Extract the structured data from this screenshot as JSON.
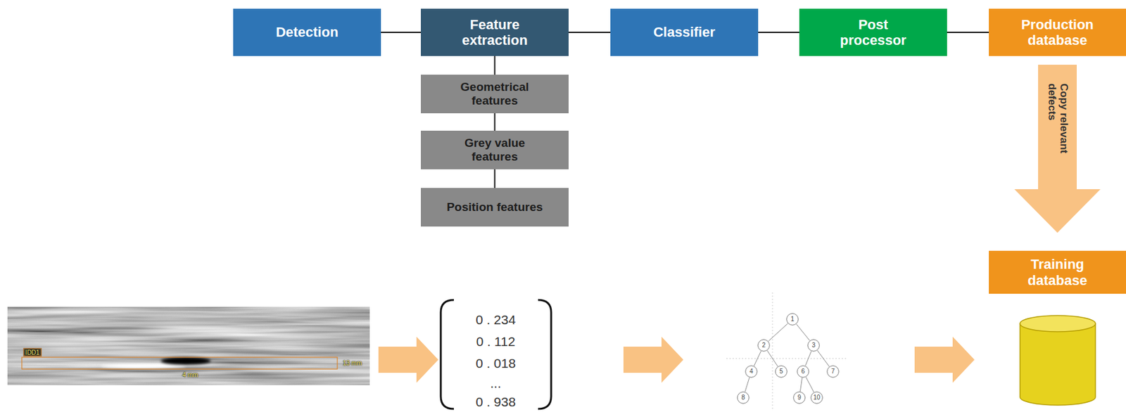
{
  "diagram": {
    "nodes": [
      {
        "text": [
          "Detection"
        ]
      },
      {
        "text": [
          "Feature extraction"
        ]
      },
      {
        "text": [
          "Geometrical features"
        ]
      },
      {
        "text": [
          "Grey value features"
        ]
      },
      {
        "text": [
          "Position features"
        ]
      },
      {
        "text": [
          "Classifier"
        ]
      },
      {
        "text": [
          "Post processor"
        ]
      },
      {
        "text": [
          "Production database"
        ]
      },
      {
        "text": [
          "Training database"
        ]
      },
      {
        "text": [
          "1"
        ]
      },
      {
        "text": [
          "2"
        ]
      },
      {
        "text": [
          "3"
        ]
      },
      {
        "text": [
          "4"
        ]
      },
      {
        "text": [
          "5"
        ]
      },
      {
        "text": [
          "6"
        ]
      },
      {
        "text": [
          "7"
        ]
      },
      {
        "text": [
          "8"
        ]
      },
      {
        "text": [
          "9"
        ]
      },
      {
        "text": [
          "10"
        ]
      }
    ],
    "edges": [
      {
        "from": 0,
        "to": 1,
        "arrow": "none"
      },
      {
        "from": 1,
        "to": 5,
        "arrow": "none"
      },
      {
        "from": 5,
        "to": 6,
        "arrow": "none"
      },
      {
        "from": 6,
        "to": 7,
        "arrow": "none"
      },
      {
        "from": 1,
        "to": 2,
        "arrow": "none"
      },
      {
        "from": 2,
        "to": 3,
        "arrow": "none"
      },
      {
        "from": 3,
        "to": 4,
        "arrow": "none"
      },
      {
        "from": 7,
        "to": 8,
        "label": "Copy relevant defects",
        "arrow": "to"
      },
      {
        "from": 9,
        "to": 10,
        "arrow": "none"
      },
      {
        "from": 9,
        "to": 11,
        "arrow": "none"
      },
      {
        "from": 10,
        "to": 12,
        "arrow": "none"
      },
      {
        "from": 10,
        "to": 13,
        "arrow": "none"
      },
      {
        "from": 11,
        "to": 14,
        "arrow": "none"
      },
      {
        "from": 11,
        "to": 15,
        "arrow": "none"
      },
      {
        "from": 12,
        "to": 16,
        "arrow": "none"
      },
      {
        "from": 14,
        "to": 17,
        "arrow": "none"
      },
      {
        "from": 14,
        "to": 18,
        "arrow": "none"
      }
    ],
    "labels": [
      "IDD1",
      "4 mm",
      "13 mm",
      "0 . 234",
      "0 . 112",
      "0 . 018",
      "...",
      "0 . 938"
    ]
  }
}
